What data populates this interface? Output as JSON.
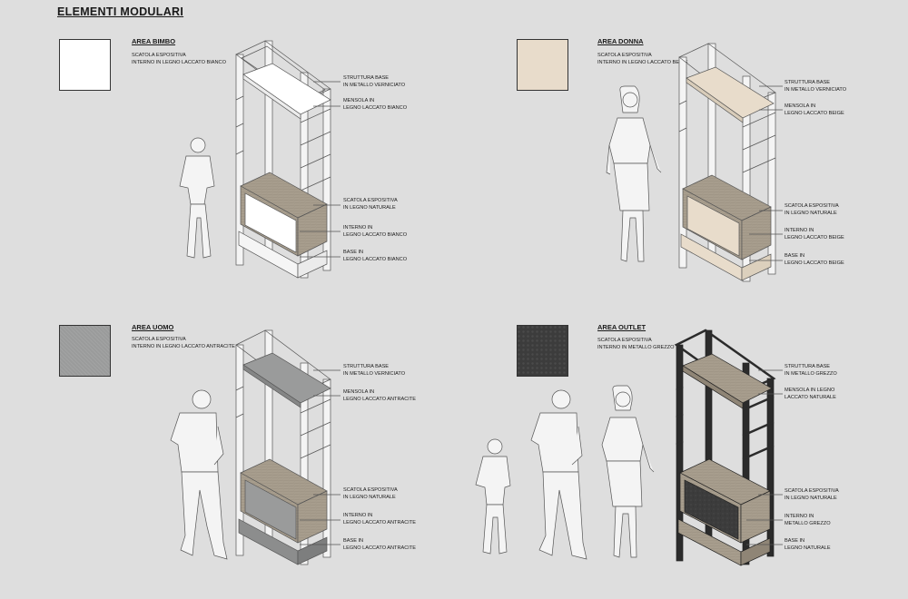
{
  "title": "ELEMENTI MODULARI",
  "colors": {
    "background": "#dedede",
    "wood": "#a79d8d",
    "white": "#ffffff",
    "beige": "#e8dccb",
    "anthracite": "#9a9b9b",
    "raw_metal": "#3c3c3c"
  },
  "areas": [
    {
      "key": "bimbo",
      "title": "AREA BIMBO",
      "description": "SCATOLA ESPOSITIVA\nINTERNO IN LEGNO LACCATO BIANCO",
      "swatch_color": "#ffffff",
      "callouts": [
        "STRUTTURA BASE\nIN METALLO VERNICIATO",
        "MENSOLA IN\nLEGNO LACCATO BIANCO",
        "SCATOLA ESPOSITIVA\nIN LEGNO NATURALE",
        "INTERNO IN\nLEGNO LACCATO BIANCO",
        "BASE IN\nLEGNO LACCATO BIANCO"
      ]
    },
    {
      "key": "donna",
      "title": "AREA DONNA",
      "description": "SCATOLA ESPOSITIVA\nINTERNO IN LEGNO LACCATO BEIGE",
      "swatch_color": "#e8dccb",
      "callouts": [
        "STRUTTURA BASE\nIN METALLO VERNICIATO",
        "MENSOLA IN\nLEGNO LACCATO BEIGE",
        "SCATOLA ESPOSITIVA\nIN LEGNO NATURALE",
        "INTERNO IN\nLEGNO LACCATO BEIGE",
        "BASE IN\nLEGNO LACCATO BEIGE"
      ]
    },
    {
      "key": "uomo",
      "title": "AREA UOMO",
      "description": "SCATOLA ESPOSITIVA\nINTERNO IN LEGNO LACCATO ANTRACITE",
      "swatch_color": "#9a9b9b",
      "callouts": [
        "STRUTTURA BASE\nIN METALLO VERNICIATO",
        "MENSOLA IN\nLEGNO LACCATO ANTRACITE",
        "SCATOLA ESPOSITIVA\nIN LEGNO NATURALE",
        "INTERNO IN\nLEGNO LACCATO ANTRACITE",
        "BASE IN\nLEGNO LACCATO ANTRACITE"
      ]
    },
    {
      "key": "outlet",
      "title": "AREA OUTLET",
      "description": "SCATOLA ESPOSITIVA\nINTERNO IN METALLO GREZZO",
      "swatch_color": "#3c3c3c",
      "callouts": [
        "STRUTTURA BASE\nIN METALLO GREZZO",
        "MENSOLA IN LEGNO\nLACCATO NATURALE",
        "SCATOLA ESPOSITIVA\nIN LEGNO NATURALE",
        "INTERNO IN\nMETALLO GREZZO",
        "BASE IN\nLEGNO NATURALE"
      ]
    }
  ]
}
